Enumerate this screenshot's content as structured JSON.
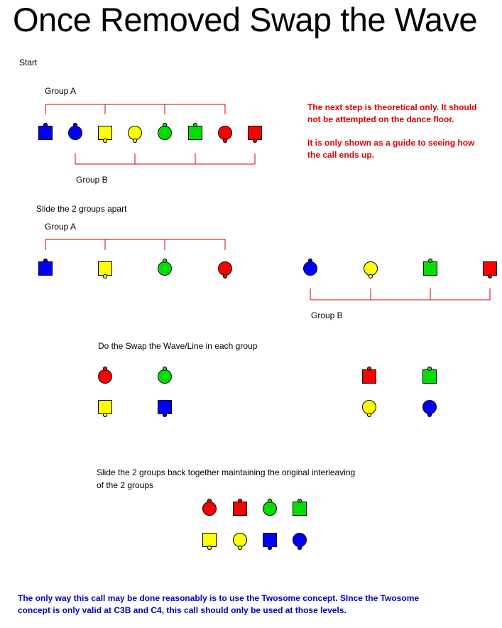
{
  "title": "Once Removed Swap the Wave",
  "labels": {
    "start": "Start",
    "group_a_1": "Group A",
    "group_b_1": "Group B",
    "slide_apart": "Slide the 2 groups apart",
    "group_a_2": "Group A",
    "group_b_2": "Group B",
    "swap": "Do the Swap the Wave/Line in each group",
    "slide_back_line1": "Slide the 2 groups back together maintaining the original interleaving",
    "slide_back_line2": "of the 2 groups"
  },
  "notes": {
    "theory_line1": "The next step is theoretical only. It should",
    "theory_line2": "not be attempted on the dance floor.",
    "guide_line1": "It is only shown as a guide to seeing how",
    "guide_line2": "the call ends up.",
    "footer_line1": "The only way this call may be done reasonably is to use the Twosome concept. SInce the Twosome",
    "footer_line2": "concept is only valid at C3B and C4, this call should only be used at those levels."
  },
  "colors": {
    "blue": "#0000ff",
    "yellow": "#ffff00",
    "green": "#00e000",
    "red": "#ff0000",
    "bracket": "#d00000",
    "note_red": "#e00000",
    "note_blue": "#0000c8"
  },
  "formations": {
    "start": [
      {
        "shape": "square",
        "color": "blue",
        "facing": "up"
      },
      {
        "shape": "circle",
        "color": "blue",
        "facing": "up"
      },
      {
        "shape": "square",
        "color": "yellow",
        "facing": "down"
      },
      {
        "shape": "circle",
        "color": "yellow",
        "facing": "down"
      },
      {
        "shape": "circle",
        "color": "green",
        "facing": "up"
      },
      {
        "shape": "square",
        "color": "green",
        "facing": "up"
      },
      {
        "shape": "circle",
        "color": "red",
        "facing": "down"
      },
      {
        "shape": "square",
        "color": "red",
        "facing": "down"
      }
    ],
    "apart_group_a": [
      {
        "shape": "square",
        "color": "blue",
        "facing": "up"
      },
      {
        "shape": "square",
        "color": "yellow",
        "facing": "down"
      },
      {
        "shape": "circle",
        "color": "green",
        "facing": "up"
      },
      {
        "shape": "circle",
        "color": "red",
        "facing": "down"
      }
    ],
    "apart_group_b": [
      {
        "shape": "circle",
        "color": "blue",
        "facing": "up"
      },
      {
        "shape": "circle",
        "color": "yellow",
        "facing": "down"
      },
      {
        "shape": "square",
        "color": "green",
        "facing": "up"
      },
      {
        "shape": "square",
        "color": "red",
        "facing": "down"
      }
    ],
    "swap_left_top": [
      {
        "shape": "circle",
        "color": "red",
        "facing": "up"
      },
      {
        "shape": "circle",
        "color": "green",
        "facing": "up"
      }
    ],
    "swap_left_bottom": [
      {
        "shape": "square",
        "color": "yellow",
        "facing": "down"
      },
      {
        "shape": "square",
        "color": "blue",
        "facing": "down"
      }
    ],
    "swap_right_top": [
      {
        "shape": "square",
        "color": "red",
        "facing": "up"
      },
      {
        "shape": "square",
        "color": "green",
        "facing": "up"
      }
    ],
    "swap_right_bottom": [
      {
        "shape": "circle",
        "color": "yellow",
        "facing": "down"
      },
      {
        "shape": "circle",
        "color": "blue",
        "facing": "down"
      }
    ],
    "final_top": [
      {
        "shape": "circle",
        "color": "red",
        "facing": "up"
      },
      {
        "shape": "square",
        "color": "red",
        "facing": "up"
      },
      {
        "shape": "circle",
        "color": "green",
        "facing": "up"
      },
      {
        "shape": "square",
        "color": "green",
        "facing": "up"
      }
    ],
    "final_bottom": [
      {
        "shape": "square",
        "color": "yellow",
        "facing": "down"
      },
      {
        "shape": "circle",
        "color": "yellow",
        "facing": "down"
      },
      {
        "shape": "square",
        "color": "blue",
        "facing": "down"
      },
      {
        "shape": "circle",
        "color": "blue",
        "facing": "down"
      }
    ]
  }
}
